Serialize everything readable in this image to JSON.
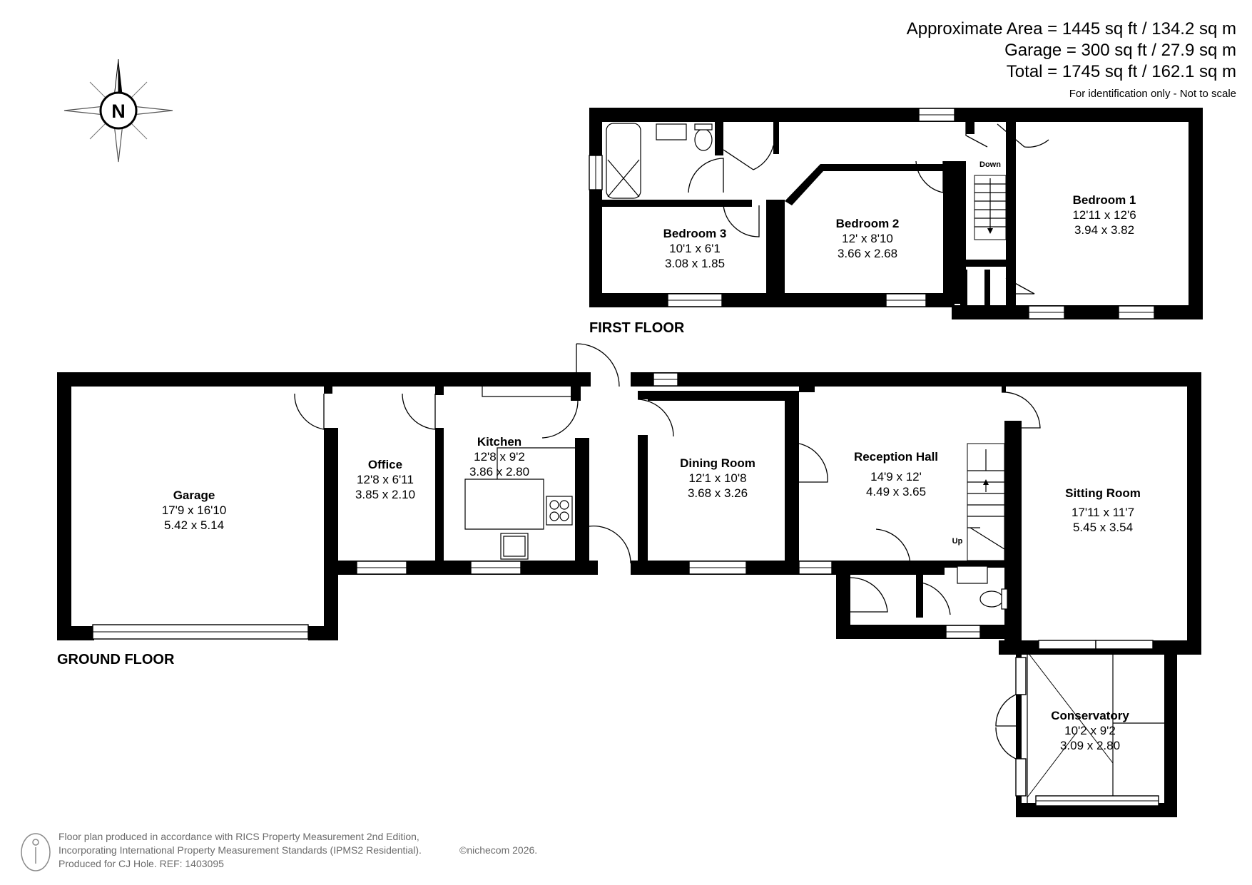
{
  "areas": {
    "approximate": "Approximate Area = 1445 sq ft / 134.2 sq m",
    "garage": "Garage = 300 sq ft / 27.9 sq m",
    "total": "Total = 1745 sq ft / 162.1 sq m",
    "disclaimer": "For identification only - Not to scale"
  },
  "compass": {
    "label": "N",
    "icon": "compass-rose-icon"
  },
  "floors": {
    "first": "FIRST FLOOR",
    "ground": "GROUND FLOOR"
  },
  "stairs": {
    "down": "Down",
    "up": "Up"
  },
  "rooms": {
    "bedroom1": {
      "name": "Bedroom 1",
      "imperial": "12'11 x 12'6",
      "metric": "3.94 x 3.82"
    },
    "bedroom2": {
      "name": "Bedroom 2",
      "imperial": "12' x 8'10",
      "metric": "3.66 x 2.68"
    },
    "bedroom3": {
      "name": "Bedroom 3",
      "imperial": "10'1 x 6'1",
      "metric": "3.08 x 1.85"
    },
    "garage": {
      "name": "Garage",
      "imperial": "17'9 x 16'10",
      "metric": "5.42 x 5.14"
    },
    "office": {
      "name": "Office",
      "imperial": "12'8 x 6'11",
      "metric": "3.85 x 2.10"
    },
    "kitchen": {
      "name": "Kitchen",
      "imperial": "12'8 x 9'2",
      "metric": "3.86 x 2.80"
    },
    "dining": {
      "name": "Dining Room",
      "imperial": "12'1 x 10'8",
      "metric": "3.68 x 3.26"
    },
    "reception": {
      "name": "Reception Hall",
      "imperial": "14'9 x 12'",
      "metric": "4.49 x 3.65"
    },
    "sitting": {
      "name": "Sitting Room",
      "imperial": "17'11 x 11'7",
      "metric": "5.45 x 3.54"
    },
    "conservatory": {
      "name": "Conservatory",
      "imperial": "10'2 x 9'2",
      "metric": "3.09 x 2.80"
    }
  },
  "footer": {
    "line1": "Floor plan produced in accordance with RICS Property Measurement 2nd Edition,",
    "line2": "Incorporating International Property Measurement Standards (IPMS2 Residential).",
    "copyright": "©nichecom 2026.",
    "line3": "Produced for CJ Hole.   REF: 1403095",
    "icon": "person-icon"
  }
}
